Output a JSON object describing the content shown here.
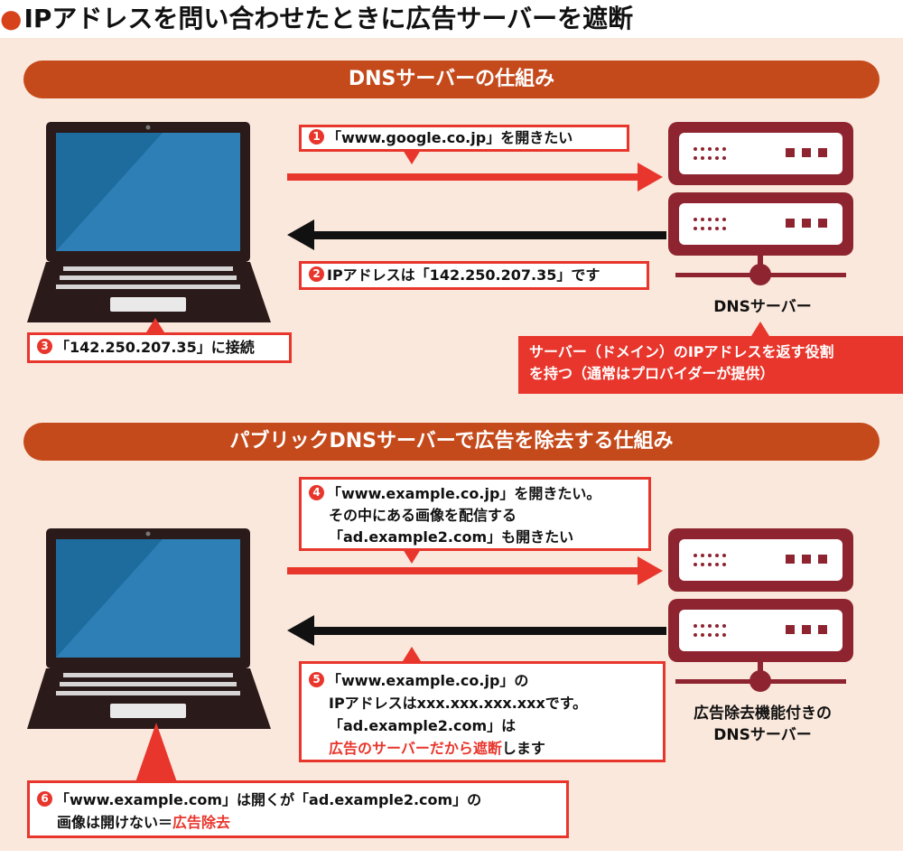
{
  "title": {
    "dot": "●",
    "text": "IPアドレスを問い合わせたときに広告サーバーを遮断"
  },
  "section1": {
    "banner": "DNSサーバーの仕組み",
    "step1": {
      "num": "1",
      "text": "「www.google.co.jp」を開きたい"
    },
    "step2": {
      "num": "2",
      "text": "IPアドレスは「142.250.207.35」です"
    },
    "step3": {
      "num": "3",
      "text": "「142.250.207.35」に接続"
    },
    "server_label": "DNSサーバー",
    "note_line1": "サーバー（ドメイン）のIPアドレスを返す役割",
    "note_line2": "を持つ（通常はプロバイダーが提供）"
  },
  "section2": {
    "banner": "パブリックDNSサーバーで広告を除去する仕組み",
    "step4": {
      "num": "4",
      "line1": "「www.example.co.jp」を開きたい。",
      "line2": "その中にある画像を配信する",
      "line3": "「ad.example2.com」も開きたい"
    },
    "step5": {
      "num": "5",
      "line1": "「www.example.co.jp」の",
      "line2": "IPアドレスはxxx.xxx.xxx.xxxです。",
      "line3": "「ad.example2.com」は",
      "line4_red": "広告のサーバーだから遮断",
      "line4_rest": "します"
    },
    "step6": {
      "num": "6",
      "line1": "「www.example.com」は開くが「ad.example2.com」の",
      "line2_plain": "画像は開けない＝",
      "line2_red": "広告除去"
    },
    "server_label_line1": "広告除去機能付きの",
    "server_label_line2": "DNSサーバー"
  },
  "colors": {
    "accent_red": "#e8362c",
    "banner_brown": "#c54a1b",
    "panel_bg": "#fbe8dc",
    "server_dark": "#8e2430",
    "laptop_screen": "#1e6b9e"
  }
}
